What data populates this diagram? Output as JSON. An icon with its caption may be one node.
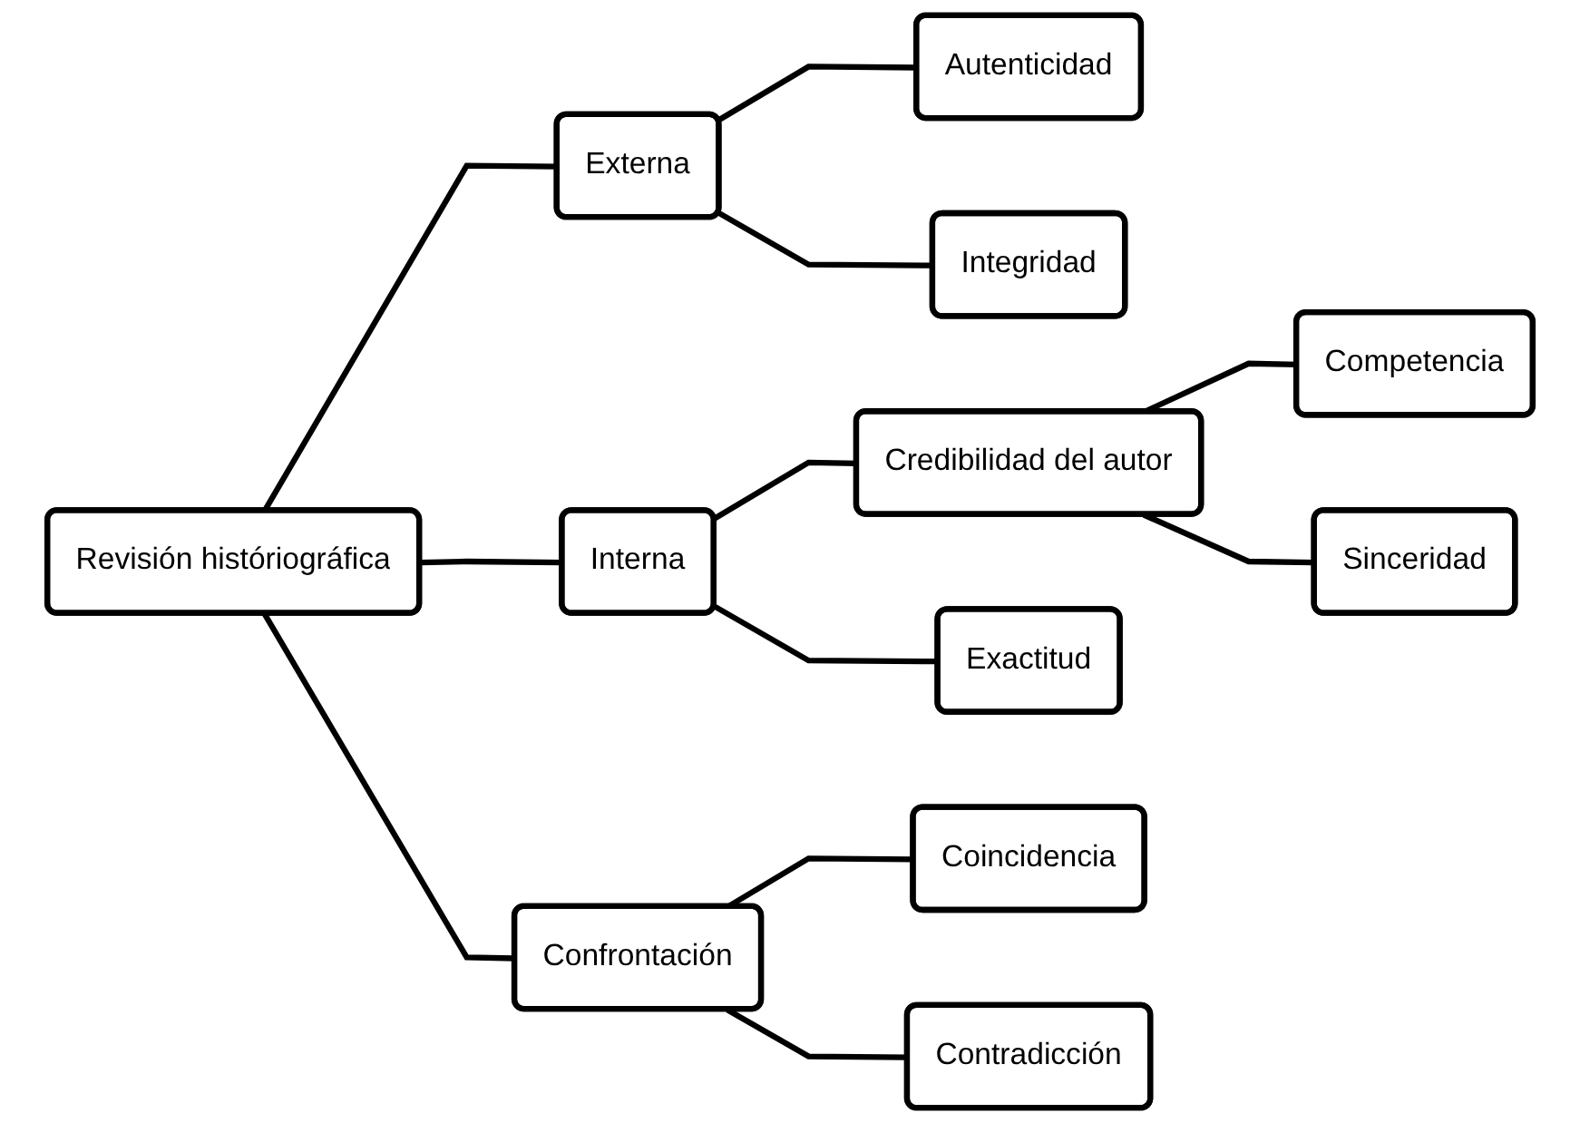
{
  "diagram": {
    "nodes": [
      {
        "text": [
          "Revisión históriográfica"
        ]
      },
      {
        "text": [
          "Externa"
        ]
      },
      {
        "text": [
          "Autenticidad"
        ]
      },
      {
        "text": [
          "Integridad"
        ]
      },
      {
        "text": [
          "Interna"
        ]
      },
      {
        "text": [
          "Credibilidad del autor"
        ]
      },
      {
        "text": [
          "Competencia"
        ]
      },
      {
        "text": [
          "Sinceridad"
        ]
      },
      {
        "text": [
          "Exactitud"
        ]
      },
      {
        "text": [
          "Confrontación"
        ]
      },
      {
        "text": [
          "Coincidencia"
        ]
      },
      {
        "text": [
          "Contradicción"
        ]
      }
    ],
    "edges": [
      {
        "from": 0,
        "to": 1,
        "arrow": "none"
      },
      {
        "from": 0,
        "to": 4,
        "arrow": "none"
      },
      {
        "from": 0,
        "to": 9,
        "arrow": "none"
      },
      {
        "from": 1,
        "to": 2,
        "arrow": "none"
      },
      {
        "from": 1,
        "to": 3,
        "arrow": "none"
      },
      {
        "from": 4,
        "to": 5,
        "arrow": "none"
      },
      {
        "from": 4,
        "to": 8,
        "arrow": "none"
      },
      {
        "from": 5,
        "to": 6,
        "arrow": "none"
      },
      {
        "from": 5,
        "to": 7,
        "arrow": "none"
      },
      {
        "from": 9,
        "to": 10,
        "arrow": "none"
      },
      {
        "from": 9,
        "to": 11,
        "arrow": "none"
      }
    ]
  }
}
